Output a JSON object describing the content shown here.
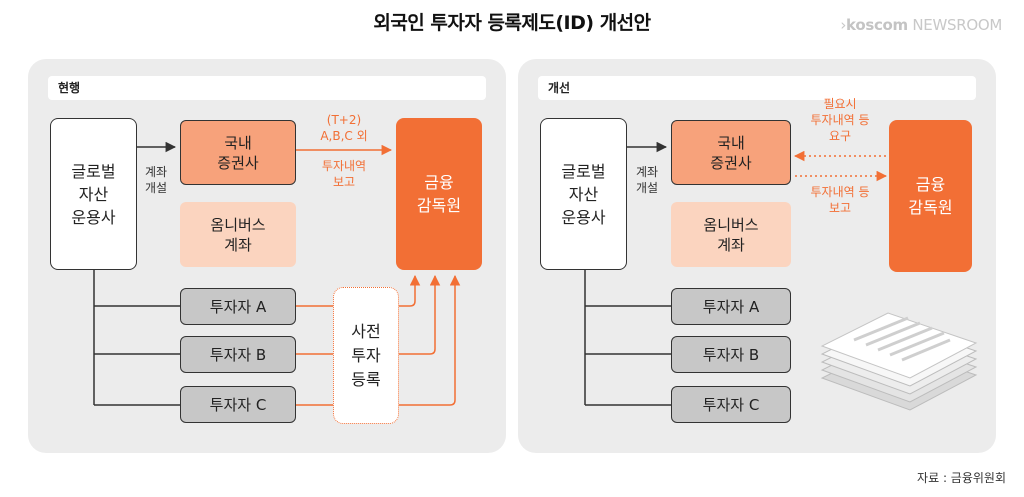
{
  "title": "외국인 투자자 등록제도(ID) 개선안",
  "brand": {
    "part1": "koscom",
    "part2": "NEWSROOM"
  },
  "left_panel": {
    "label": "현행",
    "asset_manager": "글로벌\n자산\n운용사",
    "account_open": "계좌\n개설",
    "domestic_broker": "국내\n증권사",
    "omnibus": "옴니버스\n계좌",
    "regulator": "금융\n감독원",
    "report_top": "(T+2)\nA,B,C 외",
    "report_bottom": "투자내역\n보고",
    "pre_registration": "사전\n투자\n등록",
    "investors": [
      "투자자 A",
      "투자자 B",
      "투자자 C"
    ]
  },
  "right_panel": {
    "label": "개선",
    "asset_manager": "글로벌\n자산\n운용사",
    "account_open": "계좌\n개설",
    "domestic_broker": "국내\n증권사",
    "omnibus": "옴니버스\n계좌",
    "regulator": "금융\n감독원",
    "request": "필요시\n투자내역 등\n요구",
    "report": "투자내역 등\n보고",
    "investors": [
      "투자자 A",
      "투자자 B",
      "투자자 C"
    ]
  },
  "source": "자료 : 금융위원회",
  "colors": {
    "orange": "#f26f35",
    "orange_light": "#f7a27b",
    "peach": "#fbd4bf",
    "gray": "#c7c7c7",
    "panel_bg": "#ececec"
  }
}
